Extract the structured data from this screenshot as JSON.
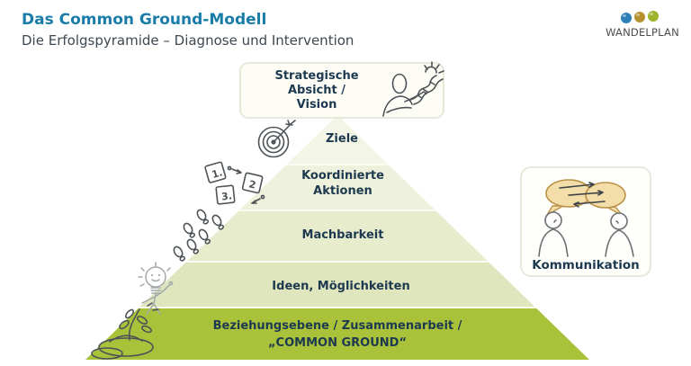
{
  "header": {
    "title": "Das Common Ground-Modell",
    "subtitle": "Die Erfolgspyramide – Diagnose und Intervention"
  },
  "logo": {
    "text": "WANDELPLAN",
    "dot_colors": [
      "#2e7fb5",
      "#b5922f",
      "#9fb32f"
    ]
  },
  "pyramid": {
    "top_box": {
      "lines": [
        "Strategische",
        "Absicht /",
        "Vision"
      ],
      "icon": "person-vision-path-icon"
    },
    "bands": [
      {
        "label": "Ziele",
        "color": "#f3f5e6",
        "icon": "target-icon"
      },
      {
        "lines": [
          "Koordinierte",
          "Aktionen"
        ],
        "color": "#eef1db",
        "icon": "numbered-notes-icon"
      },
      {
        "label": "Machbarkeit",
        "color": "#e7eccd",
        "icon": "footprints-icon"
      },
      {
        "label": "Ideen, Möglichkeiten",
        "color": "#dfe5bd",
        "icon": "lightbulb-figure-icon"
      },
      {
        "lines": [
          "Beziehungsebene / Zusammenarbeit /",
          "„COMMON GROUND“"
        ],
        "color": "#a9c23a",
        "icon": "sprout-icon"
      }
    ]
  },
  "communication_box": {
    "label": "Kommunikation",
    "icon": "two-people-speech-bubbles-icon",
    "bubble_color": "#f3dda8"
  },
  "colors": {
    "title": "#1a7ca8",
    "subtitle": "#3d4852",
    "label_text": "#1d3950",
    "bottom_band": "#a9c23a"
  }
}
